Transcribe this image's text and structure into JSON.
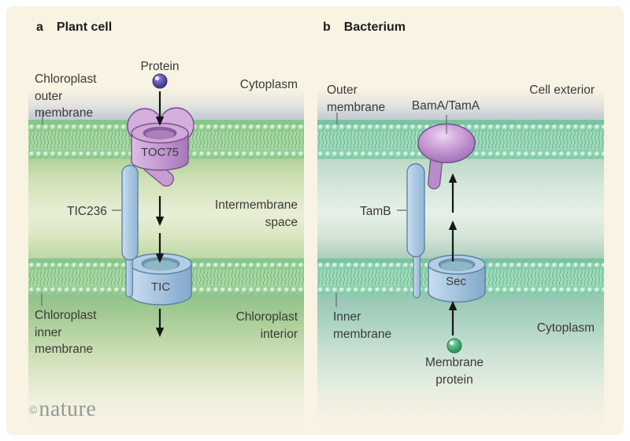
{
  "panels": {
    "plant_cell": {
      "letter": "a",
      "title": "Plant cell",
      "labels": {
        "protein": "Protein",
        "chloroplast_outer_membrane": "Chloroplast\nouter\nmembrane",
        "cytoplasm": "Cytoplasm",
        "toc75": "TOC75",
        "tic236": "TIC236",
        "intermembrane_space": "Intermembrane\nspace",
        "tic": "TIC",
        "chloroplast_inner_membrane": "Chloroplast\ninner\nmembrane",
        "chloroplast_interior": "Chloroplast\ninterior"
      },
      "colors": {
        "membrane_green": "#97ce95",
        "channel_purple": "#c79dd3",
        "channel_blue": "#a8c6e0",
        "cargo_protein_purple": "#4a3f9e"
      }
    },
    "bacterium": {
      "letter": "b",
      "title": "Bacterium",
      "labels": {
        "outer_membrane": "Outer\nmembrane",
        "cell_exterior": "Cell exterior",
        "bama_tama": "BamA/TamA",
        "tamb": "TamB",
        "sec": "Sec",
        "inner_membrane": "Inner\nmembrane",
        "cytoplasm": "Cytoplasm",
        "membrane_protein": "Membrane\nprotein"
      },
      "colors": {
        "membrane_teal": "#8ccfab",
        "cargo_protein_green": "#2f9663"
      }
    }
  },
  "watermark": {
    "symbol": "©",
    "name": "nature"
  }
}
